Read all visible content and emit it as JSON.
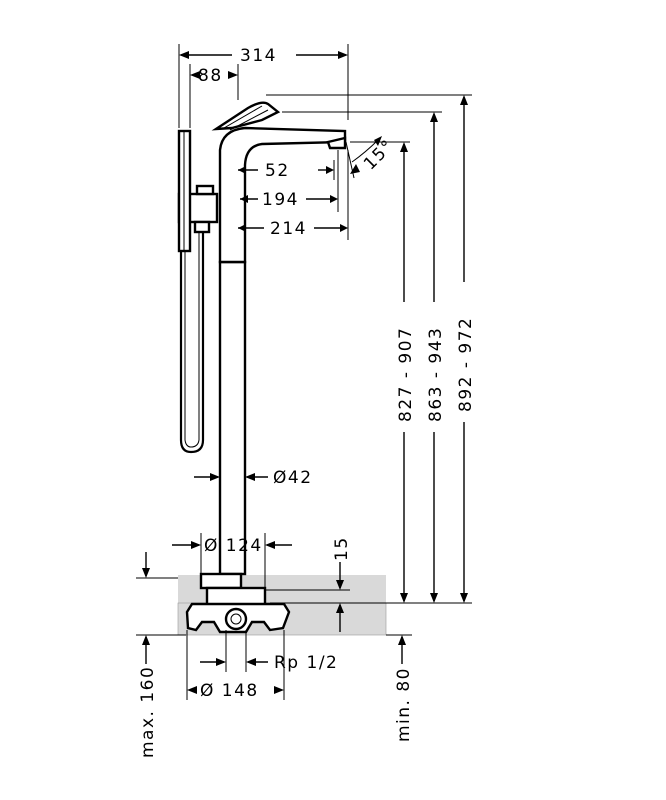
{
  "dimensions": {
    "total_width": "314",
    "handle_offset": "88",
    "spout_tip": "52",
    "spout_194": "194",
    "spout_214": "214",
    "spout_angle": "15°",
    "height_range_1": "827 - 907",
    "height_range_2": "863 - 943",
    "height_range_3": "892 - 972",
    "pipe_diameter": "Ø42",
    "base_diameter": "Ø 124",
    "base_height": "15",
    "connection": "Rp 1/2",
    "install_diameter": "Ø 148",
    "max_depth": "max. 160",
    "min_depth": "min. 80"
  },
  "colors": {
    "line": "#000000",
    "floor": "#d9d9d9",
    "background": "#ffffff"
  }
}
